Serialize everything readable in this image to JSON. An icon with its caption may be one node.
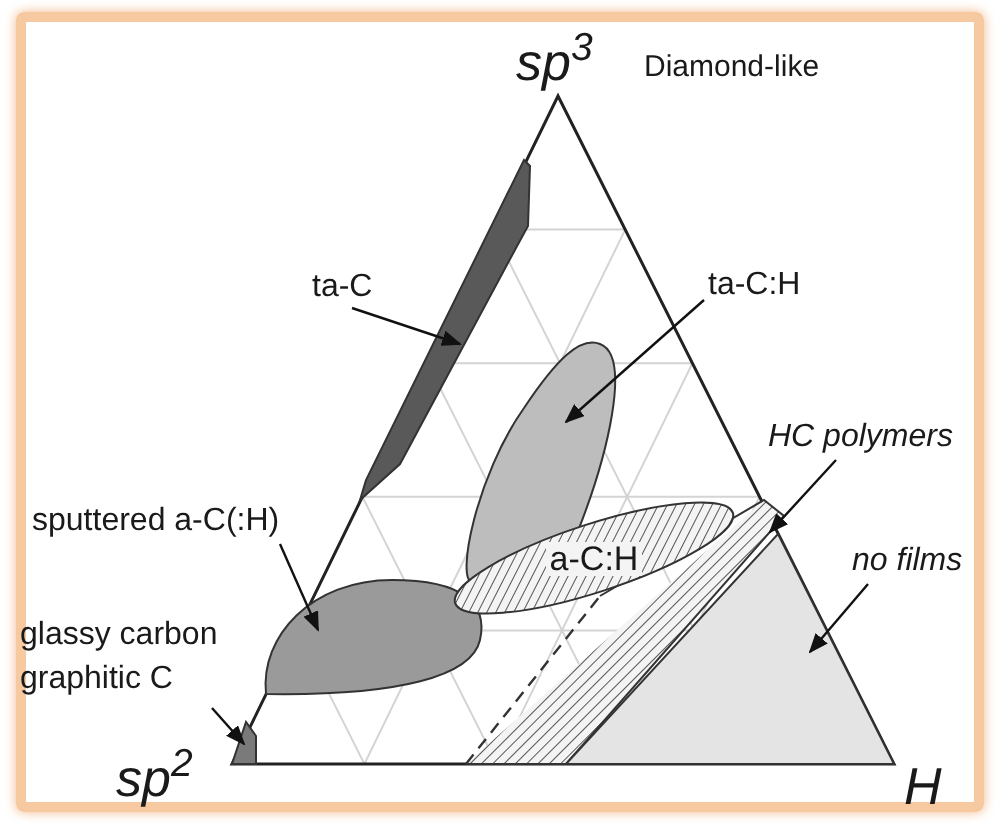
{
  "diagram": {
    "nodes": [
      {
        "text": [
          "ta-C"
        ]
      },
      {
        "text": [],
        "shape": "blob"
      },
      {
        "text": [
          "ta-C:H"
        ]
      },
      {
        "text": [],
        "shape": "ellipse"
      },
      {
        "text": [
          "sputtered a-C(:H)"
        ]
      },
      {
        "text": [],
        "shape": "blob"
      },
      {
        "text": [
          "a-C:H"
        ]
      },
      {
        "text": [
          "HC polymers"
        ]
      },
      {
        "text": [],
        "shape": "band"
      },
      {
        "text": [
          "no films"
        ]
      },
      {
        "text": [],
        "shape": "polygon"
      },
      {
        "text": [
          "glassy carbon graphitic C"
        ]
      },
      {
        "text": [],
        "shape": "blob"
      }
    ],
    "edges": [
      {
        "from": 0,
        "to": 1,
        "arrow": "to"
      },
      {
        "from": 2,
        "to": 3,
        "arrow": "to"
      },
      {
        "from": 4,
        "to": 5,
        "arrow": "to"
      },
      {
        "from": 7,
        "to": 8,
        "arrow": "to"
      },
      {
        "from": 9,
        "to": 10,
        "arrow": "to"
      },
      {
        "from": 11,
        "to": 12,
        "arrow": "to"
      }
    ],
    "labels": [
      "sp$^{3}$",
      "Diamond-like",
      "sp$^{2}$",
      "H"
    ]
  }
}
